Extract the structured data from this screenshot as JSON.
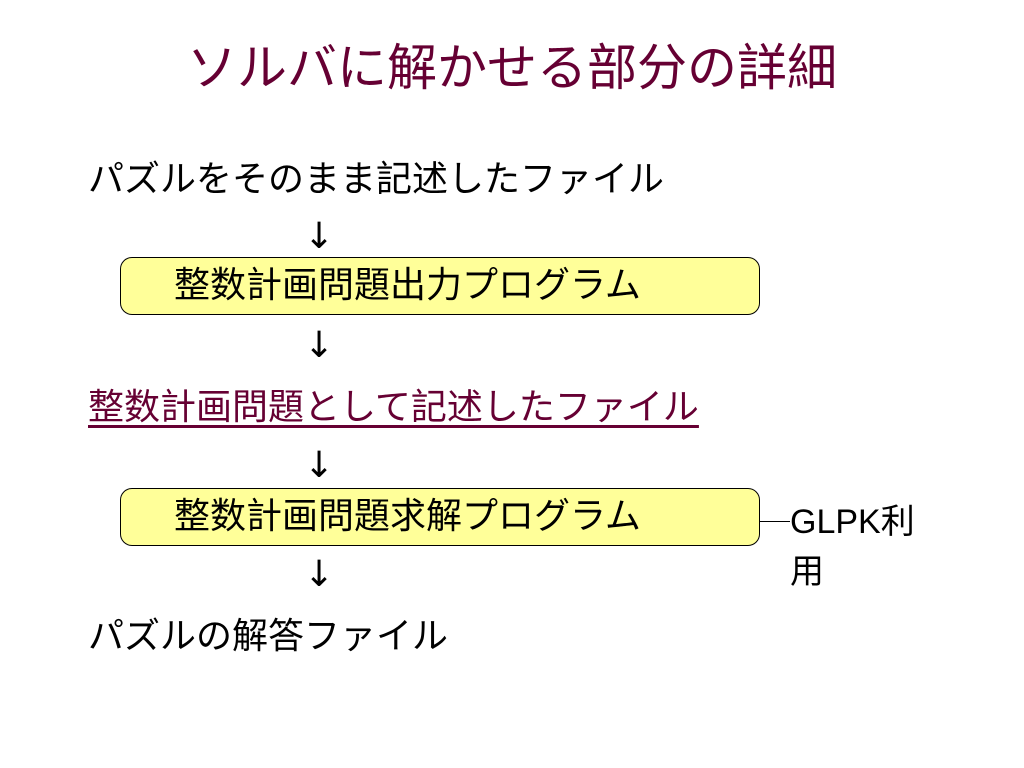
{
  "slide": {
    "title": "ソルバに解かせる部分の詳細",
    "step1": "パズルをそのまま記述したファイル",
    "arrow1": "↓",
    "box1": "整数計画問題出力プログラム",
    "arrow2": "↓",
    "step2": "整数計画問題として記述したファイル",
    "arrow3": "↓",
    "box2": "整数計画問題求解プログラム",
    "note_line1": "GLPK利",
    "note_line2": "用",
    "arrow4": "↓",
    "step3": "パズルの解答ファイル"
  },
  "colors": {
    "title": "#660033",
    "link": "#660033",
    "box_fill": "#ffff99"
  }
}
